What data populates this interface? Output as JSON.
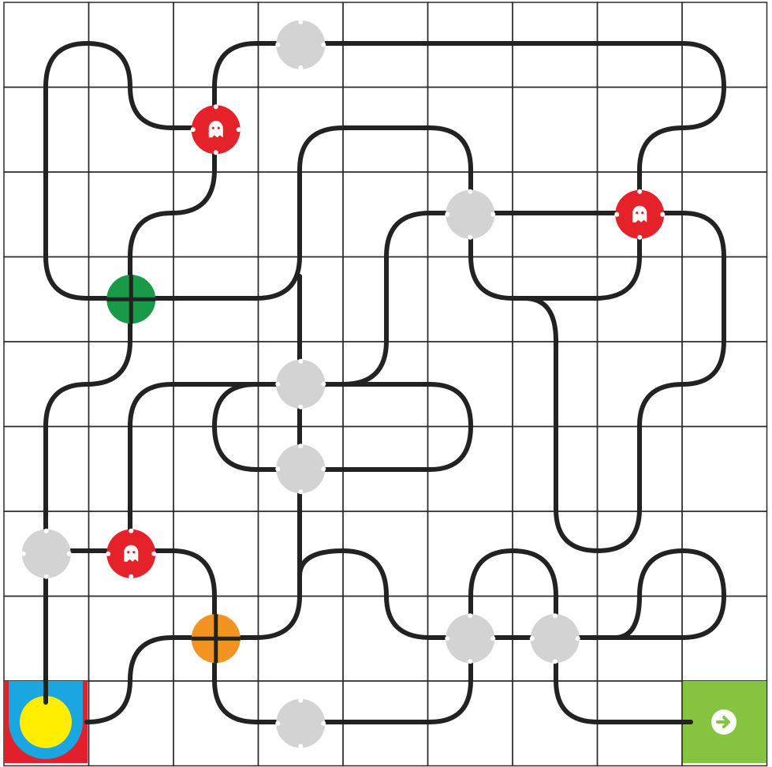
{
  "game": {
    "title": "",
    "grid": {
      "rows": 9,
      "cols": 9
    },
    "colors": {
      "grid_line": "#2b2b2b",
      "track": "#222222",
      "junction": "#d3d3d3",
      "ghost": "#e5222a",
      "ghost_face": "#ffffff",
      "green_node": "#1a9a48",
      "orange_node": "#f39422",
      "start_red": "#e0202a",
      "start_blue": "#1aa6e0",
      "start_yellow": "#ffee00",
      "exit_green": "#86c440",
      "exit_icon": "#ffffff"
    },
    "nodes": [
      {
        "id": "junction-top",
        "kind": "junction",
        "col": 3,
        "row": 0
      },
      {
        "id": "ghost-1",
        "kind": "ghost",
        "col": 2,
        "row": 1
      },
      {
        "id": "junction-mid-right",
        "kind": "junction",
        "col": 5,
        "row": 2
      },
      {
        "id": "ghost-2",
        "kind": "ghost",
        "col": 7,
        "row": 2
      },
      {
        "id": "green-node",
        "kind": "green",
        "col": 1,
        "row": 3
      },
      {
        "id": "junction-center-a",
        "kind": "junction",
        "col": 3,
        "row": 4
      },
      {
        "id": "junction-center-b",
        "kind": "junction",
        "col": 3,
        "row": 5
      },
      {
        "id": "junction-left",
        "kind": "junction",
        "col": 0,
        "row": 6
      },
      {
        "id": "ghost-3",
        "kind": "ghost",
        "col": 1,
        "row": 6
      },
      {
        "id": "orange-node",
        "kind": "orange",
        "col": 2,
        "row": 7
      },
      {
        "id": "junction-bottom-a",
        "kind": "junction",
        "col": 5,
        "row": 7
      },
      {
        "id": "junction-bottom-b",
        "kind": "junction",
        "col": 6,
        "row": 7
      },
      {
        "id": "junction-bottom-c",
        "kind": "junction",
        "col": 3,
        "row": 8
      }
    ],
    "start": {
      "col": 0,
      "row": 8,
      "label": "start"
    },
    "exit": {
      "col": 8,
      "row": 8,
      "icon": "exit-arrow-icon"
    }
  }
}
